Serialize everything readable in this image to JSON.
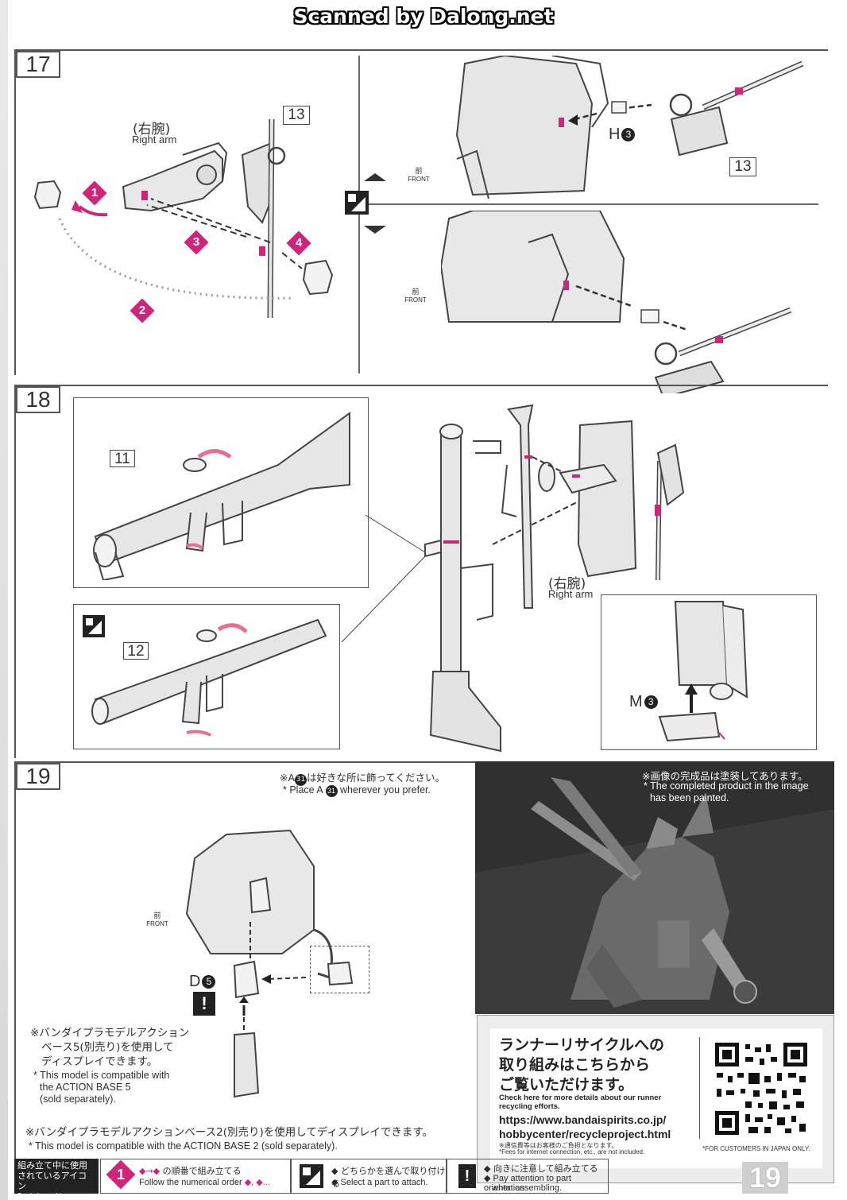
{
  "header": {
    "banner": "Scanned by Dalong.net"
  },
  "step17": {
    "number": "17",
    "part_tag": "13",
    "right_arm_jp": "(右腕)",
    "right_arm_en": "Right arm",
    "order": [
      "1",
      "2",
      "3",
      "4"
    ],
    "front_jp": "前",
    "front_en": "FRONT",
    "part_h": "H",
    "part_h_num": "3",
    "part_tag_2": "13"
  },
  "step18": {
    "number": "18",
    "part_tag_11": "11",
    "part_tag_12": "12",
    "right_arm_jp": "(右腕)",
    "right_arm_en": "Right arm",
    "part_m": "M",
    "part_m_num": "3"
  },
  "step19": {
    "number": "19",
    "note_jp_pre": "※A",
    "note_num": "31",
    "note_jp_post": "は好きな所に飾ってください。",
    "note_en_pre": "* Place A",
    "note_en_post": "wherever you prefer.",
    "front_jp": "前",
    "front_en": "FRONT",
    "part_d": "D",
    "part_d_num": "5",
    "base5_jp_1": "※バンダイプラモデルアクション",
    "base5_jp_2": "ベース5(別売り)を使用して",
    "base5_jp_3": "ディスプレイできます。",
    "base5_en_1": "* This model is compatible with",
    "base5_en_2": "the ACTION BASE 5",
    "base5_en_3": "(sold separately).",
    "base2_jp": "※バンダイプラモデルアクションベース2(別売り)を使用してディスプレイできます。",
    "base2_en": "* This model is compatible with the ACTION BASE 2 (sold separately)."
  },
  "photo": {
    "note_jp": "※画像の完成品は塗装してあります。",
    "note_en_1": "* The completed product in the image",
    "note_en_2": "has been painted."
  },
  "recycle": {
    "title_1": "ランナーリサイクルへの",
    "title_2": "取り組みはこちらから",
    "title_3": "ご覧いただけます。",
    "en_1": "Check here for more details about our runner",
    "en_2": "recycling efforts.",
    "url_1": "https://www.bandaispirits.co.jp/",
    "url_2": "hobbycenter/recycleproject.html",
    "fee_jp": "※通信費等はお客様のご負担となります。",
    "fee_en": "*Fees for internet connection, etc., are not included.",
    "japan_only": "*FOR CUSTOMERS IN JAPAN ONLY."
  },
  "footer": {
    "legend_jp_1": "組み立て中に使用",
    "legend_jp_2": "されているアイコン",
    "legend_en": "Symbols used in instructions",
    "order_icon": "1",
    "order_jp": "の順番で組み立てる",
    "order_en": "Follow the numerical order",
    "choose_jp": "どちらかを選んで取り付ける",
    "choose_en": "Select a part to attach.",
    "orient_jp": "向きに注意して組み立てる",
    "orient_en_1": "Pay attention to part orientation",
    "orient_en_2": "when assembling.",
    "page_number": "19"
  },
  "colors": {
    "accent": "#d0237a",
    "frame": "#555555",
    "dark": "#222222"
  }
}
